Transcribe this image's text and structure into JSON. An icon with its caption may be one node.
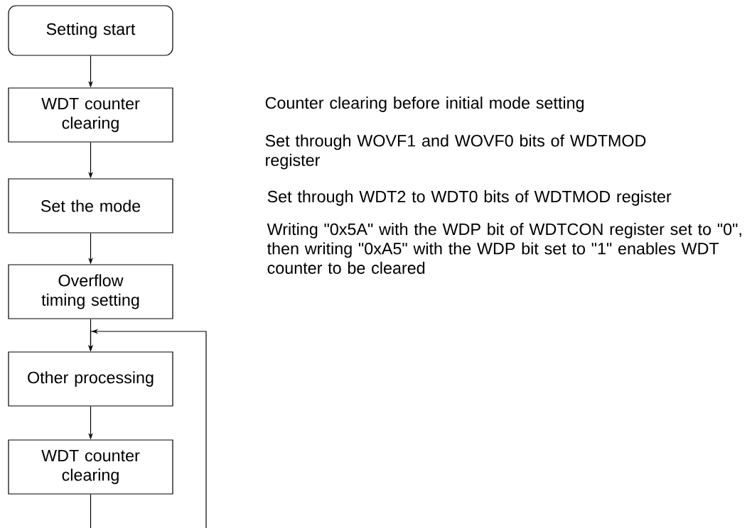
{
  "diagram": {
    "nodes": [
      {
        "text": [
          "Setting start"
        ]
      },
      {
        "text": [
          "WDT counter clearing"
        ]
      },
      {
        "text": [
          "Set the mode"
        ]
      },
      {
        "text": [
          "Overflow timing setting"
        ]
      },
      {
        "text": [
          "Other processing"
        ]
      },
      {
        "text": [
          "WDT counter clearing"
        ]
      }
    ],
    "edges": [
      {
        "from": 0,
        "to": 1,
        "arrow": "to"
      },
      {
        "from": 1,
        "to": 2,
        "arrow": "to"
      },
      {
        "from": 2,
        "to": 3,
        "arrow": "to"
      },
      {
        "from": 3,
        "to": 4,
        "arrow": "to"
      },
      {
        "from": 4,
        "to": 5,
        "arrow": "to"
      },
      {
        "from": 5,
        "to": 4,
        "arrow": "to"
      }
    ],
    "labels": [
      "Counter clearing before initial mode setting",
      "Set through WOVF1 and WOVF0 bits of WDTMOD register",
      "Set through WDT2 to WDT0 bits of WDTMOD register",
      "Writing \"0x5A\" with the WDP bit of WDTCON register set to \"0\", then writing \"0xA5\" with the WDP bit set to \"1\" enables WDT counter to be cleared"
    ]
  }
}
